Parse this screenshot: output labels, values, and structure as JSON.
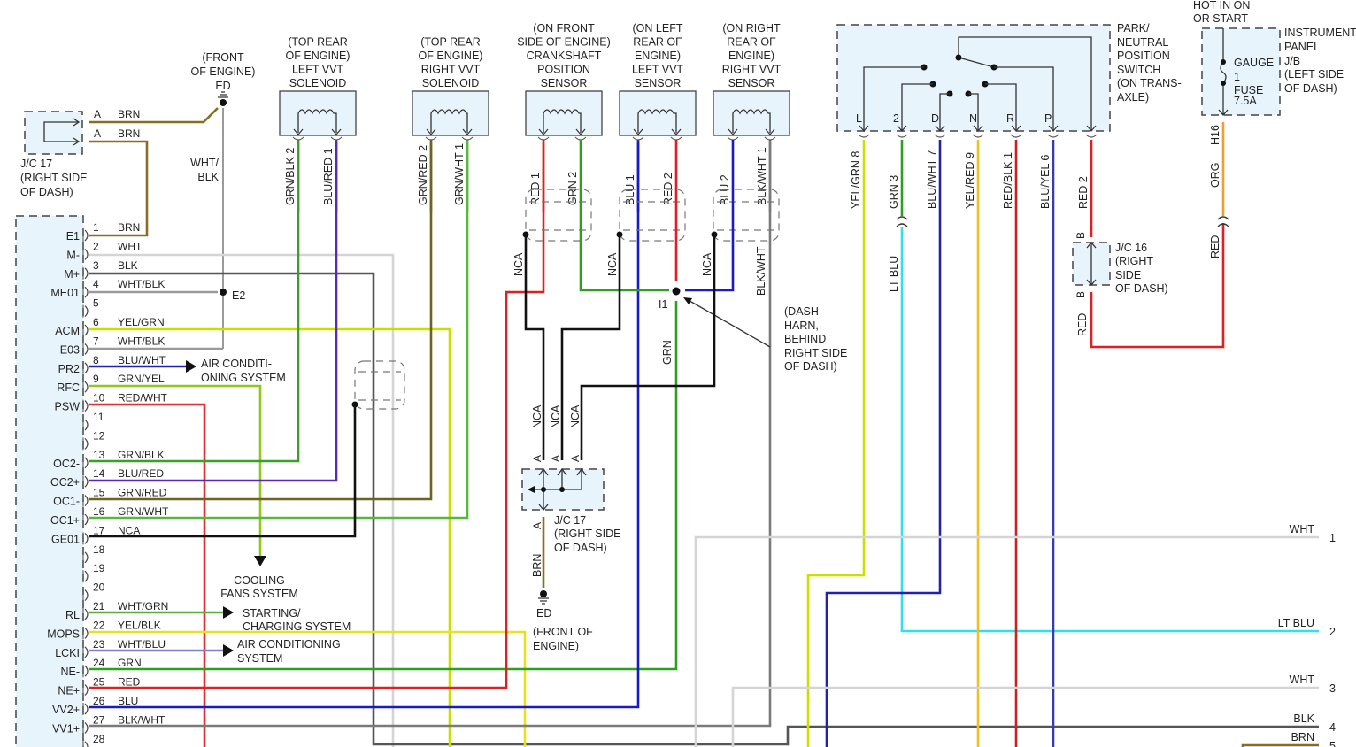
{
  "diagram": {
    "title": "Engine Control Wiring Diagram (partial)",
    "colors": {
      "BRN": "#8a6d1e",
      "WHT": "#d4d4d4",
      "BLK": "#555555",
      "NCA": "#111111",
      "WHT/BLK": "#9a9a9a",
      "YEL/GRN": "#c8e000",
      "BLU/WHT": "#2222aa",
      "GRN/YEL": "#8cc81e",
      "RED/WHT": "#e03030",
      "GRN/BLK": "#3aa02a",
      "BLU/RED": "#5a28b4",
      "GRN/RED": "#6e6420",
      "GRN/WHT": "#58b83c",
      "WHT/GRN": "#5aaa40",
      "YEL/BLK": "#e8e020",
      "WHT/BLU": "#8080cc",
      "GRN": "#2ea020",
      "RED": "#e02020",
      "BLU": "#1a1ac8",
      "BLK/WHT": "#7a7a7a",
      "LT BLU": "#30e0f0",
      "YEL/RED": "#f0c020",
      "RED/BLK": "#cc2020",
      "BLU/YEL": "#3a3aa8",
      "ORG": "#f0a030"
    },
    "ground_top": {
      "name": "ED",
      "location": "(FRONT\nOF ENGINE)",
      "line1": "(FRONT",
      "line2": "OF ENGINE)"
    },
    "ground_bottom": {
      "name": "ED",
      "line1": "(FRONT OF",
      "line2": "ENGINE)"
    },
    "jc17_left": {
      "line1": "J/C 17",
      "line2": "(RIGHT SIDE",
      "line3": "OF DASH)",
      "pins": [
        {
          "pin": "A",
          "wire": "BRN"
        },
        {
          "pin": "A",
          "wire": "BRN"
        }
      ]
    },
    "jc17_center": {
      "line1": "J/C 17",
      "line2": "(RIGHT SIDE",
      "line3": "OF DASH)",
      "pin_top": "A",
      "pin_bottom": "A",
      "wire_bottom": "BRN"
    },
    "ground_wire_label": {
      "line1": "WHT/",
      "line2": "BLK"
    },
    "splice_e2": "E2",
    "splice_i1": "I1",
    "i1_note": {
      "line1": "(DASH",
      "line2": "HARN,",
      "line3": "BEHIND",
      "line4": "RIGHT SIDE",
      "line5": "OF DASH)"
    },
    "ecm_pins": [
      {
        "num": "1",
        "name": "E1",
        "wire": "BRN"
      },
      {
        "num": "2",
        "name": "M-",
        "wire": "WHT"
      },
      {
        "num": "3",
        "name": "M+",
        "wire": "BLK"
      },
      {
        "num": "4",
        "name": "ME01",
        "wire": "WHT/BLK"
      },
      {
        "num": "5",
        "name": "",
        "wire": ""
      },
      {
        "num": "6",
        "name": "ACM",
        "wire": "YEL/GRN"
      },
      {
        "num": "7",
        "name": "E03",
        "wire": "WHT/BLK"
      },
      {
        "num": "8",
        "name": "PR2",
        "wire": "BLU/WHT"
      },
      {
        "num": "9",
        "name": "RFC",
        "wire": "GRN/YEL"
      },
      {
        "num": "10",
        "name": "PSW",
        "wire": "RED/WHT"
      },
      {
        "num": "11",
        "name": "",
        "wire": ""
      },
      {
        "num": "12",
        "name": "",
        "wire": ""
      },
      {
        "num": "13",
        "name": "OC2-",
        "wire": "GRN/BLK"
      },
      {
        "num": "14",
        "name": "OC2+",
        "wire": "BLU/RED"
      },
      {
        "num": "15",
        "name": "OC1-",
        "wire": "GRN/RED"
      },
      {
        "num": "16",
        "name": "OC1+",
        "wire": "GRN/WHT"
      },
      {
        "num": "17",
        "name": "GE01",
        "wire": "NCA"
      },
      {
        "num": "18",
        "name": "",
        "wire": ""
      },
      {
        "num": "19",
        "name": "",
        "wire": ""
      },
      {
        "num": "20",
        "name": "",
        "wire": ""
      },
      {
        "num": "21",
        "name": "RL",
        "wire": "WHT/GRN"
      },
      {
        "num": "22",
        "name": "MOPS",
        "wire": "YEL/BLK"
      },
      {
        "num": "23",
        "name": "LCKI",
        "wire": "WHT/BLU"
      },
      {
        "num": "24",
        "name": "NE-",
        "wire": "GRN"
      },
      {
        "num": "25",
        "name": "NE+",
        "wire": "RED"
      },
      {
        "num": "26",
        "name": "VV2+",
        "wire": "BLU"
      },
      {
        "num": "27",
        "name": "VV1+",
        "wire": "BLK/WHT"
      },
      {
        "num": "28",
        "name": "",
        "wire": ""
      }
    ],
    "destinations": {
      "ac1": {
        "line1": "AIR CONDITI-",
        "line2": "ONING SYSTEM"
      },
      "cooling": {
        "line1": "COOLING",
        "line2": "FANS SYSTEM"
      },
      "starting": {
        "line1": "STARTING/",
        "line2": "CHARGING SYSTEM"
      },
      "ac2": {
        "line1": "AIR CONDITIONING",
        "line2": "SYSTEM"
      }
    },
    "components": [
      {
        "id": "left-vvt-solenoid",
        "lines": [
          "(TOP REAR",
          "OF ENGINE)",
          "LEFT VVT",
          "SOLENOID"
        ],
        "pins": [
          {
            "pin": "2",
            "wire": "GRN/BLK"
          },
          {
            "pin": "1",
            "wire": "BLU/RED"
          }
        ]
      },
      {
        "id": "right-vvt-solenoid",
        "lines": [
          "(TOP REAR",
          "OF ENGINE)",
          "RIGHT VVT",
          "SOLENOID"
        ],
        "pins": [
          {
            "pin": "2",
            "wire": "GRN/RED"
          },
          {
            "pin": "1",
            "wire": "GRN/WHT"
          }
        ]
      },
      {
        "id": "crankshaft-position-sensor",
        "lines": [
          "(ON FRONT",
          "SIDE OF ENGINE)",
          "CRANKSHAFT",
          "POSITION",
          "SENSOR"
        ],
        "pins": [
          {
            "pin": "1",
            "wire": "RED"
          },
          {
            "pin": "2",
            "wire": "GRN"
          }
        ]
      },
      {
        "id": "left-vvt-sensor",
        "lines": [
          "(ON LEFT",
          "REAR OF",
          "ENGINE)",
          "LEFT VVT",
          "SENSOR"
        ],
        "pins": [
          {
            "pin": "1",
            "wire": "BLU"
          },
          {
            "pin": "2",
            "wire": "RED"
          }
        ]
      },
      {
        "id": "right-vvt-sensor",
        "lines": [
          "(ON RIGHT",
          "REAR OF",
          "ENGINE)",
          "RIGHT VVT",
          "SENSOR"
        ],
        "pins": [
          {
            "pin": "2",
            "wire": "BLU"
          },
          {
            "pin": "1",
            "wire": "BLK/WHT"
          }
        ]
      }
    ],
    "shield_wires": [
      "NCA",
      "NCA",
      "NCA"
    ],
    "vertical_wire_labels": {
      "grn_i1": "GRN",
      "blkwht": "BLK/WHT",
      "nca": "NCA"
    },
    "pnp_switch": {
      "lines": [
        "PARK/",
        "NEUTRAL",
        "POSITION",
        "SWITCH",
        "(ON TRANS-",
        "AXLE)"
      ],
      "positions": [
        "L",
        "2",
        "D",
        "N",
        "R",
        "P"
      ],
      "pins": [
        {
          "pin": "8",
          "wire": "YEL/GRN"
        },
        {
          "pin": "3",
          "wire": "GRN"
        },
        {
          "pin": "7",
          "wire": "BLU/WHT"
        },
        {
          "pin": "9",
          "wire": "YEL/RED"
        },
        {
          "pin": "1",
          "wire": "RED/BLK"
        },
        {
          "pin": "6",
          "wire": "BLU/YEL"
        },
        {
          "pin": "2",
          "wire": "RED"
        }
      ],
      "lt_blu_label": "LT BLU"
    },
    "jc16": {
      "lines": [
        "J/C 16",
        "(RIGHT",
        "SIDE",
        "OF DASH)"
      ],
      "pin_top": "B",
      "pin_bottom": "B",
      "wire_bottom": "RED"
    },
    "instrument_panel": {
      "hot_label": [
        "HOT IN ON",
        "OR START"
      ],
      "lines": [
        "INSTRUMENT",
        "PANEL",
        "J/B",
        "(LEFT SIDE",
        "OF DASH)"
      ],
      "fuse": [
        "GAUGE",
        "1",
        "FUSE",
        "7.5A"
      ],
      "pin": "H16",
      "wire_top": "ORG",
      "wire_bottom": "RED"
    },
    "right_outputs": [
      {
        "num": "1",
        "wire": "WHT"
      },
      {
        "num": "2",
        "wire": "LT BLU"
      },
      {
        "num": "3",
        "wire": "WHT"
      },
      {
        "num": "4",
        "wire": "BLK"
      },
      {
        "num": "5",
        "wire": "BRN"
      }
    ]
  }
}
